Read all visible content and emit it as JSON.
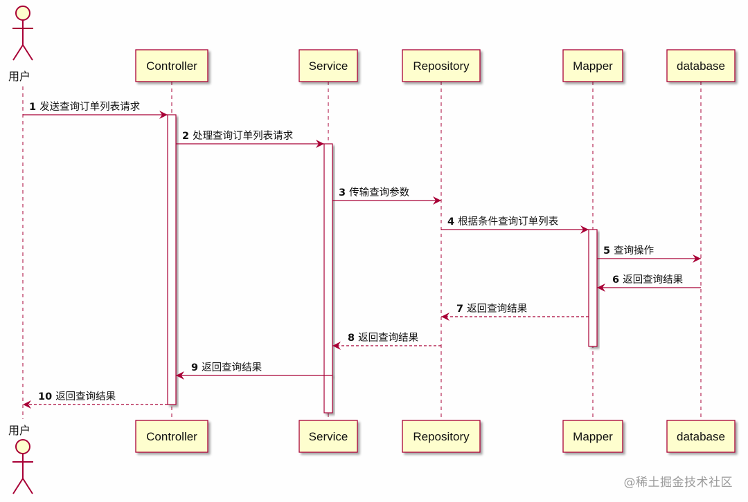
{
  "diagram": {
    "type": "sequence",
    "actor": {
      "label": "用户"
    },
    "participants": [
      "Controller",
      "Service",
      "Repository",
      "Mapper",
      "database"
    ],
    "messages": [
      {
        "num": "1",
        "text": "发送查询订单列表请求",
        "from": "actor",
        "to": "Controller",
        "style": "solid"
      },
      {
        "num": "2",
        "text": "处理查询订单列表请求",
        "from": "Controller",
        "to": "Service",
        "style": "solid"
      },
      {
        "num": "3",
        "text": "传输查询参数",
        "from": "Service",
        "to": "Repository",
        "style": "solid"
      },
      {
        "num": "4",
        "text": "根据条件查询订单列表",
        "from": "Repository",
        "to": "Mapper",
        "style": "solid"
      },
      {
        "num": "5",
        "text": "查询操作",
        "from": "Mapper",
        "to": "database",
        "style": "solid"
      },
      {
        "num": "6",
        "text": "返回查询结果",
        "from": "database",
        "to": "Mapper",
        "style": "solid"
      },
      {
        "num": "7",
        "text": "返回查询结果",
        "from": "Mapper",
        "to": "Repository",
        "style": "dashed"
      },
      {
        "num": "8",
        "text": "返回查询结果",
        "from": "Repository",
        "to": "Service",
        "style": "dashed"
      },
      {
        "num": "9",
        "text": "返回查询结果",
        "from": "Service",
        "to": "Controller",
        "style": "solid"
      },
      {
        "num": "10",
        "text": "返回查询结果",
        "from": "Controller",
        "to": "actor",
        "style": "dashed"
      }
    ],
    "colors": {
      "arrow": "#a80036",
      "participant_fill": "#fefece",
      "participant_border": "#a80036",
      "lifeline": "#a80036",
      "activation_fill": "#ffffff"
    }
  },
  "watermark": "@稀土掘金技术社区"
}
